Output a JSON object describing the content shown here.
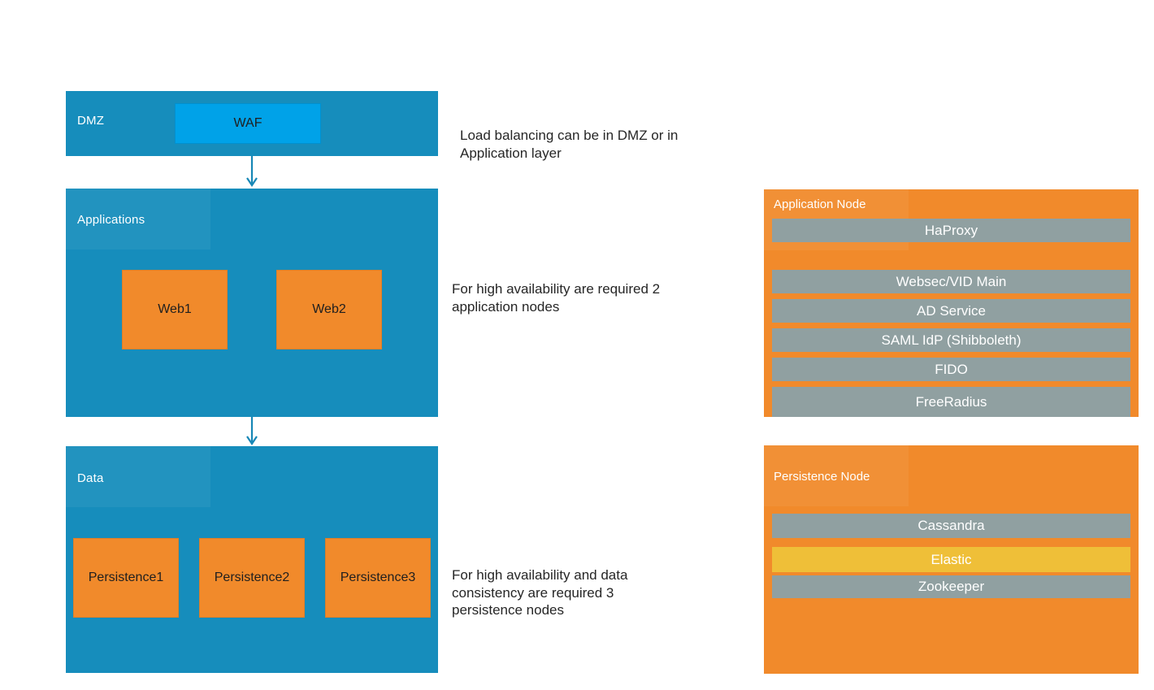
{
  "colors": {
    "blue": "#168dbc",
    "waf-blue": "#00a2e8",
    "orange": "#f18a2b",
    "gray": "#90a0a1",
    "yellow": "#efbf38",
    "arrow": "#1787b6",
    "text-dark": "#1f1f1f",
    "note-text": "#262626",
    "label-white": "#ffffff"
  },
  "layers": [
    {
      "label": "DMZ",
      "children": [
        {
          "label": "WAF"
        }
      ]
    },
    {
      "label": "Applications",
      "children": [
        {
          "label": "Web1"
        },
        {
          "label": "Web2"
        }
      ]
    },
    {
      "label": "Data",
      "children": [
        {
          "label": "Persistence1"
        },
        {
          "label": "Persistence2"
        },
        {
          "label": "Persistence3"
        }
      ]
    }
  ],
  "annotations": [
    {
      "text": "Load balancing can be in DMZ or in\nApplication layer"
    },
    {
      "text": "For high availability are required 2\napplication nodes"
    },
    {
      "text": "For high availability and data\nconsistency are required 3\npersistence nodes"
    }
  ],
  "nodes": [
    {
      "title": "Application Node",
      "services": [
        {
          "label": "HaProxy"
        },
        {
          "label": "Websec/VID Main"
        },
        {
          "label": "AD Service"
        },
        {
          "label": "SAML IdP (Shibboleth)"
        },
        {
          "label": "FIDO"
        },
        {
          "label": "FreeRadius"
        }
      ]
    },
    {
      "title": "Persistence Node",
      "services": [
        {
          "label": "Cassandra"
        },
        {
          "label": "Elastic",
          "variant": "highlight"
        },
        {
          "label": "Zookeeper"
        }
      ]
    }
  ]
}
